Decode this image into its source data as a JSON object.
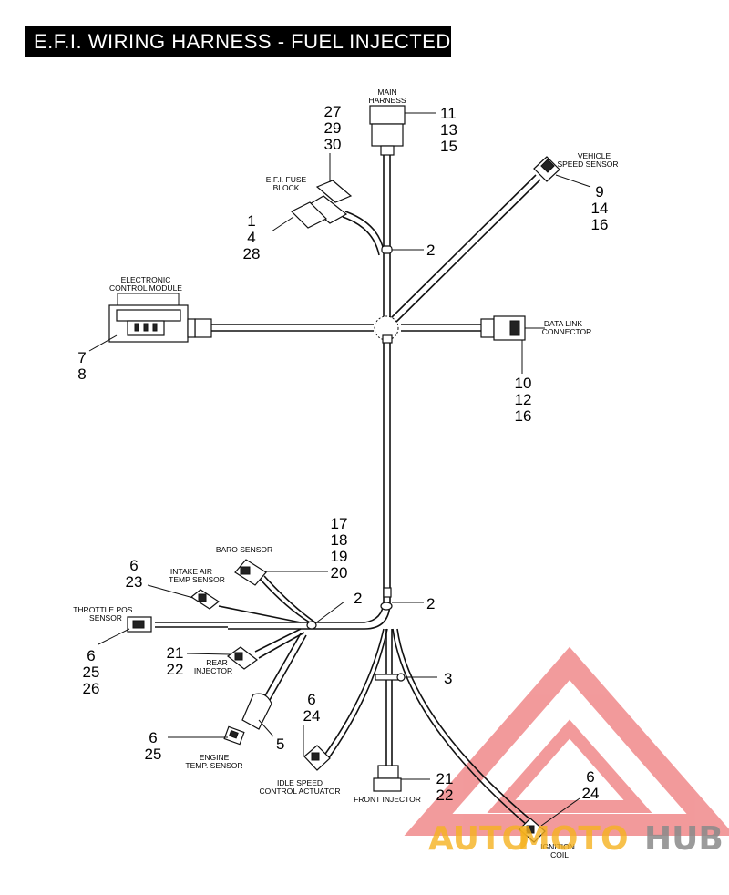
{
  "title": "E.F.I. WIRING HARNESS - FUEL INJECTED",
  "labels": {
    "main_harness": [
      "MAIN",
      "HARNESS"
    ],
    "efi_fuse_block": [
      "E.F.I. FUSE",
      "BLOCK"
    ],
    "vehicle_speed_sensor": [
      "VEHICLE",
      "SPEED SENSOR"
    ],
    "ecm": [
      "ELECTRONIC",
      "CONTROL MODULE"
    ],
    "data_link_connector": [
      "DATA LINK",
      "CONNECTOR"
    ],
    "baro_sensor": [
      "BARO SENSOR"
    ],
    "intake_air_temp_sensor": [
      "INTAKE AIR",
      "TEMP SENSOR"
    ],
    "throttle_pos_sensor": [
      "THROTTLE POS.",
      "SENSOR"
    ],
    "rear_injector": [
      "REAR",
      "INJECTOR"
    ],
    "engine_temp_sensor": [
      "ENGINE",
      "TEMP. SENSOR"
    ],
    "idle_speed_control_actuator": [
      "IDLE SPEED",
      "CONTROL ACTUATOR"
    ],
    "front_injector": [
      "FRONT INJECTOR"
    ],
    "ignition_coil": [
      "IGNITION",
      "COIL"
    ]
  },
  "callouts": {
    "main_harness": [
      "11",
      "13",
      "15"
    ],
    "fuse_block_top": [
      "27",
      "29",
      "30"
    ],
    "fuse_block_left": [
      "1",
      "4",
      "28"
    ],
    "clip_upper": [
      "2"
    ],
    "vss": [
      "9",
      "14",
      "16"
    ],
    "ecm": [
      "7",
      "8"
    ],
    "dlc": [
      "10",
      "12",
      "16"
    ],
    "baro": [
      "17",
      "18",
      "19",
      "20"
    ],
    "iat": [
      "6",
      "23"
    ],
    "clip_lower_left": [
      "2"
    ],
    "clip_lower_right": [
      "2"
    ],
    "tps": [
      "6",
      "25",
      "26"
    ],
    "rear_injector": [
      "21",
      "22"
    ],
    "clamp": [
      "3"
    ],
    "engine_temp": [
      "6",
      "25"
    ],
    "engine_temp_boot": [
      "5"
    ],
    "iscа": [
      "6",
      "24"
    ],
    "front_injector": [
      "21",
      "22"
    ],
    "ignition_coil": [
      "6",
      "24"
    ]
  },
  "watermark": {
    "left": "AUTO",
    "middle": "MOTO",
    "right": "HUB",
    "colors": {
      "orange": "#f5b21f",
      "red": "#e8484b",
      "gray": "#8a8a8a"
    }
  }
}
